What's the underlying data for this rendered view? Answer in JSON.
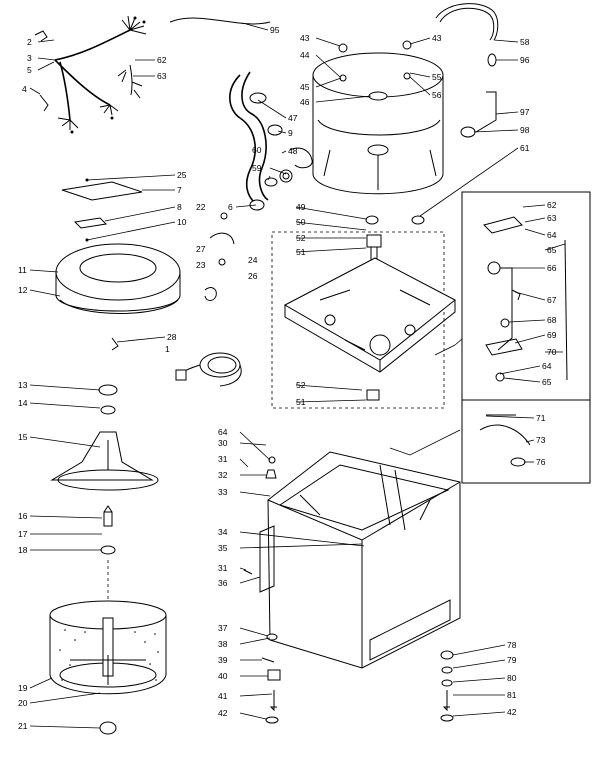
{
  "labels": {
    "l1": "1",
    "l2": "2",
    "l3": "3",
    "l4": "4",
    "l5": "5",
    "l6": "6",
    "l7": "7",
    "l8": "8",
    "l9": "9",
    "l10": "10",
    "l11": "11",
    "l12": "12",
    "l13": "13",
    "l14": "14",
    "l15": "15",
    "l16": "16",
    "l17": "17",
    "l18": "18",
    "l19": "19",
    "l20": "20",
    "l21": "21",
    "l22": "22",
    "l23": "23",
    "l24": "24",
    "l25": "25",
    "l26": "26",
    "l27": "27",
    "l28": "28",
    "l30": "30",
    "l31a": "31",
    "l31b": "31",
    "l32": "32",
    "l33": "33",
    "l34": "34",
    "l35": "35",
    "l36": "36",
    "l37": "37",
    "l38": "38",
    "l39": "39",
    "l40": "40",
    "l41": "41",
    "l42a": "42",
    "l42b": "42",
    "l43a": "43",
    "l43b": "43",
    "l44": "44",
    "l45": "45",
    "l46": "46",
    "l47": "47",
    "l48": "48",
    "l49": "49",
    "l50": "50",
    "l51a": "51",
    "l51b": "51",
    "l52a": "52",
    "l52b": "52",
    "l55": "55",
    "l56": "56",
    "l58": "58",
    "l59": "59",
    "l60": "60",
    "l61": "61",
    "l62a": "62",
    "l62b": "62",
    "l63a": "63",
    "l63b": "63",
    "l64a": "64",
    "l64b": "64",
    "l65a": "65",
    "l65b": "65",
    "l66": "66",
    "l67": "67",
    "l68": "68",
    "l69": "69",
    "l70": "70",
    "l71": "71",
    "l73": "73",
    "l76": "76",
    "l78": "78",
    "l79": "79",
    "l80": "80",
    "l81": "81",
    "l95": "95",
    "l96": "96",
    "l97": "97",
    "l98": "98"
  }
}
